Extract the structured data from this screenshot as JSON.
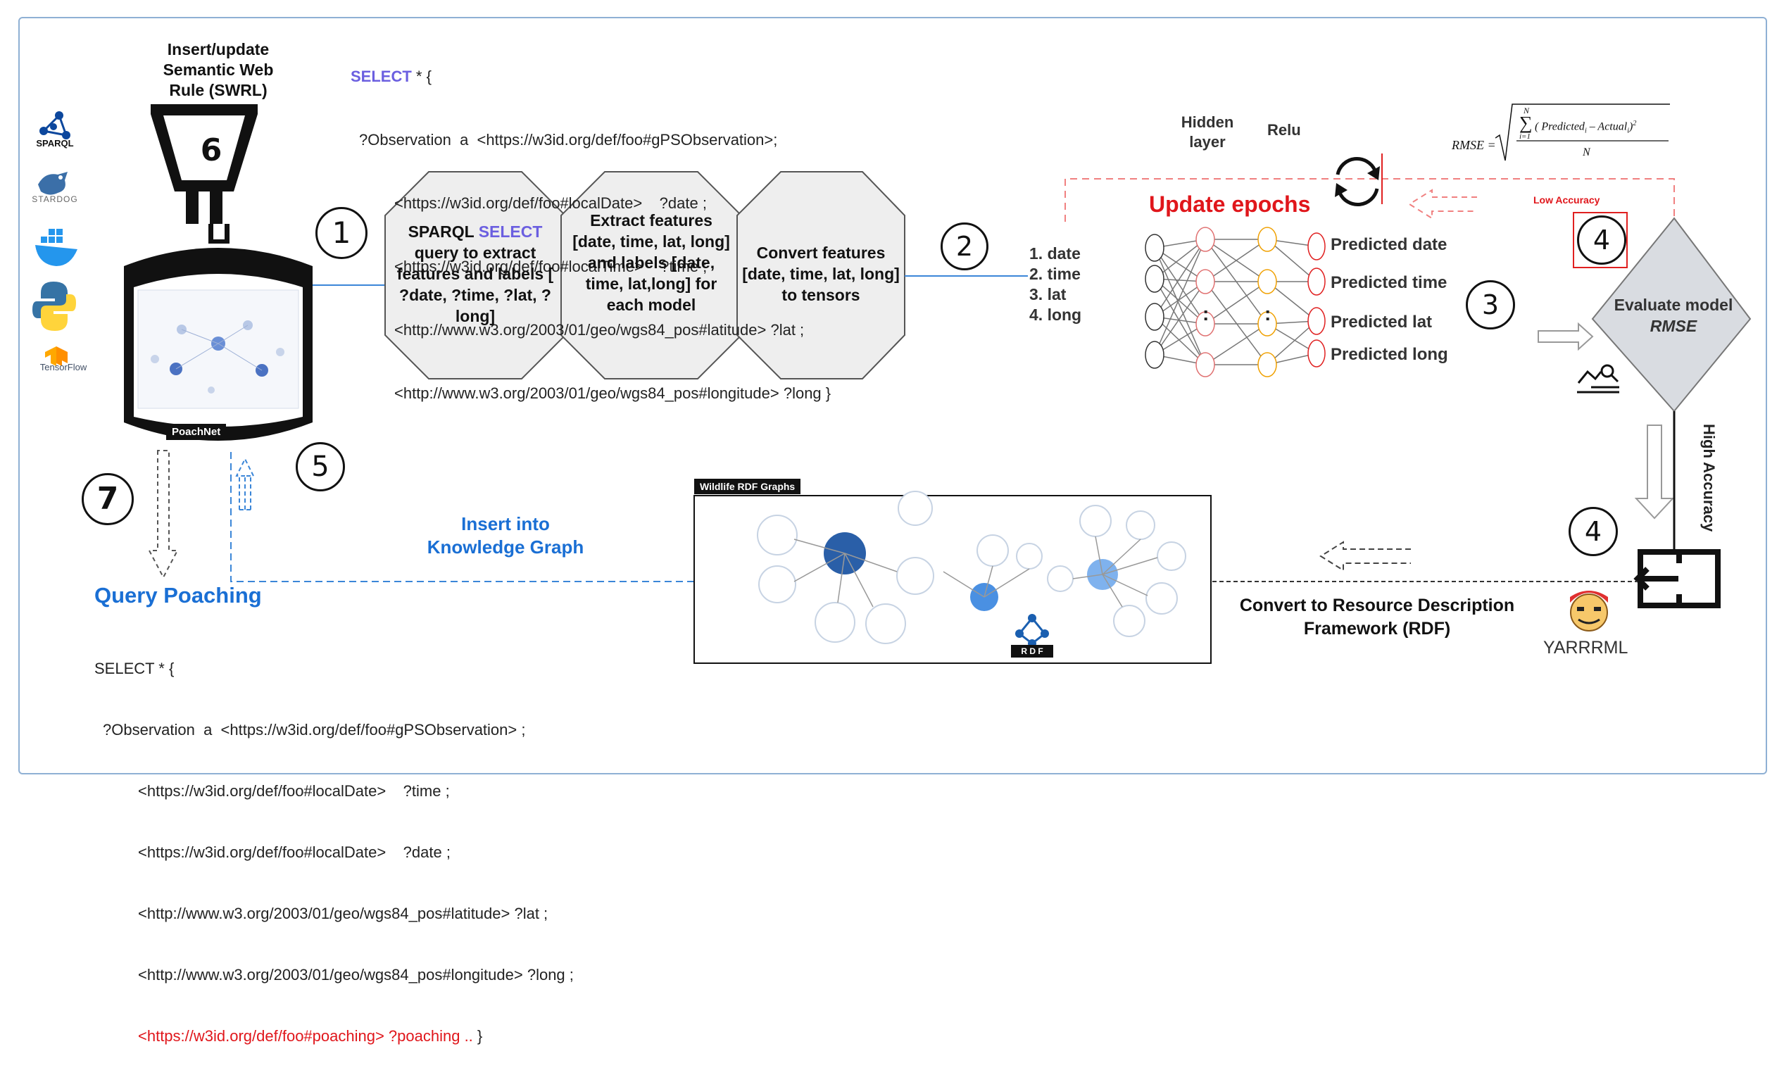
{
  "swrl_label": [
    "Insert/update",
    "Semantic Web",
    "Rule (SWRL)"
  ],
  "steps": {
    "s1": "1",
    "s2": "2",
    "s3": "3",
    "s4a": "4",
    "s4b": "4",
    "s5": "5",
    "s6": "6",
    "s7": "7"
  },
  "top_query": {
    "select_kw": "SELECT",
    "select_rest": " * {",
    "lines": [
      "?Observation  a  <https://w3id.org/def/foo#gPSObservation>;",
      "<https://w3id.org/def/foo#localDate>    ?date ;",
      "<https://w3id.org/def/foo#localTime>    ?time ;",
      "<http://www.w3.org/2003/01/geo/wgs84_pos#latitude> ?lat ;",
      "<http://www.w3.org/2003/01/geo/wgs84_pos#longitude> ?long }"
    ]
  },
  "octagons": {
    "o1": {
      "pre": "SPARQL ",
      "kw": "SELECT",
      "post": "query to extract features and labels [ ?date, ?time, ?lat, ?long]"
    },
    "o2": "Extract  features [date, time, lat, long] and labels [date, time, lat,long] for each model",
    "o3": "Convert features [date, time,  lat, long] to tensors"
  },
  "inputs": [
    "1. date",
    "2. time",
    "3. lat",
    "4. long"
  ],
  "nn": {
    "hidden_layer": "Hidden layer",
    "relu": "Relu",
    "update_epochs": "Update epochs",
    "dots": ":",
    "outputs": [
      "Predicted date",
      "Predicted time",
      "Predicted lat",
      "Predicted long"
    ]
  },
  "rmse": {
    "lhs": "RMSE",
    "sum_top": "N",
    "sum_bottom": "i=1",
    "numer": "( Predicted",
    "sub_i": "i",
    "minus": " – Actual",
    "sup2": "2",
    "denom": "N",
    "low_accuracy": "Low Accuracy",
    "evaluate": "Evaluate model",
    "rmse_label": "RMSE",
    "high_accuracy": "High Accuracy"
  },
  "rdf_panel": {
    "title": "Wildlife RDF Graphs",
    "badge": "R D F"
  },
  "insert_kg": "Insert into Knowledge Graph",
  "convert_rdf": "Convert to  Resource Description Framework (RDF)",
  "yarrrml": "YARRRML",
  "poachnet": "PoachNet",
  "logos": {
    "sparql": "SPARQL",
    "stardog": "STARDOG",
    "tensorflow": "TensorFlow"
  },
  "query_poaching": {
    "title": "Query Poaching",
    "select": "SELECT * {",
    "lines": [
      "?Observation  a  <https://w3id.org/def/foo#gPSObservation> ;",
      "<https://w3id.org/def/foo#localDate>    ?time ;",
      "<https://w3id.org/def/foo#localDate>    ?date ;",
      "<http://www.w3.org/2003/01/geo/wgs84_pos#latitude> ?lat ;",
      "<http://www.w3.org/2003/01/geo/wgs84_pos#longitude> ?long ;"
    ],
    "last_line": "<https://w3id.org/def/foo#poaching> ?poaching ..",
    "last_close": " }"
  },
  "colors": {
    "accent_blue": "#1a6fd4",
    "keyword": "#6b5fe0",
    "alert_red": "#e0161b",
    "octagon_fill": "#eeeeee",
    "diamond_fill": "#d9dce1"
  }
}
